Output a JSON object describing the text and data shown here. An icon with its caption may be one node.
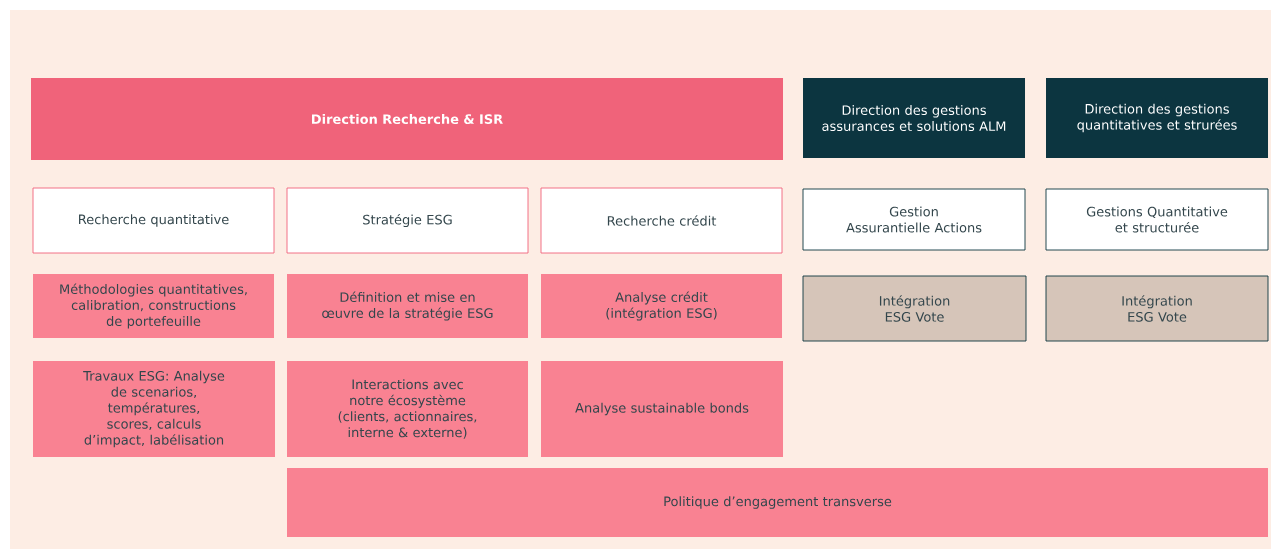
{
  "diagram": {
    "nodes": [
      {
        "text": [
          "Direction Recherche & ISR"
        ]
      },
      {
        "text": [
          "Direction des gestions assurances et solutions ALM"
        ]
      },
      {
        "text": [
          "Direction des gestions quantitatives et strurées"
        ]
      },
      {
        "text": [
          "Recherche quantitative"
        ]
      },
      {
        "text": [
          "Stratégie ESG"
        ]
      },
      {
        "text": [
          "Recherche crédit"
        ]
      },
      {
        "text": [
          "Gestion Assurantielle Actions"
        ]
      },
      {
        "text": [
          "Gestions Quantitative et structurée"
        ]
      },
      {
        "text": [
          "Méthodologies quantitatives, calibration, constructions de portefeuille"
        ]
      },
      {
        "text": [
          "Définition et mise en œuvre de la stratégie ESG"
        ]
      },
      {
        "text": [
          "Analyse crédit (intégration ESG)"
        ]
      },
      {
        "text": [
          "Intégration ESG Vote"
        ]
      },
      {
        "text": [
          "Intégration ESG Vote"
        ]
      },
      {
        "text": [
          "Travaux ESG: Analyse de scenarios, températures, scores, calculs d’impact, labélisation"
        ]
      },
      {
        "text": [
          "Interactions avec notre écosystème (clients, actionnaires, interne & externe)"
        ]
      },
      {
        "text": [
          "Analyse sustainable bonds"
        ]
      },
      {
        "text": [
          "Politique d’engagement transverse"
        ]
      }
    ]
  }
}
